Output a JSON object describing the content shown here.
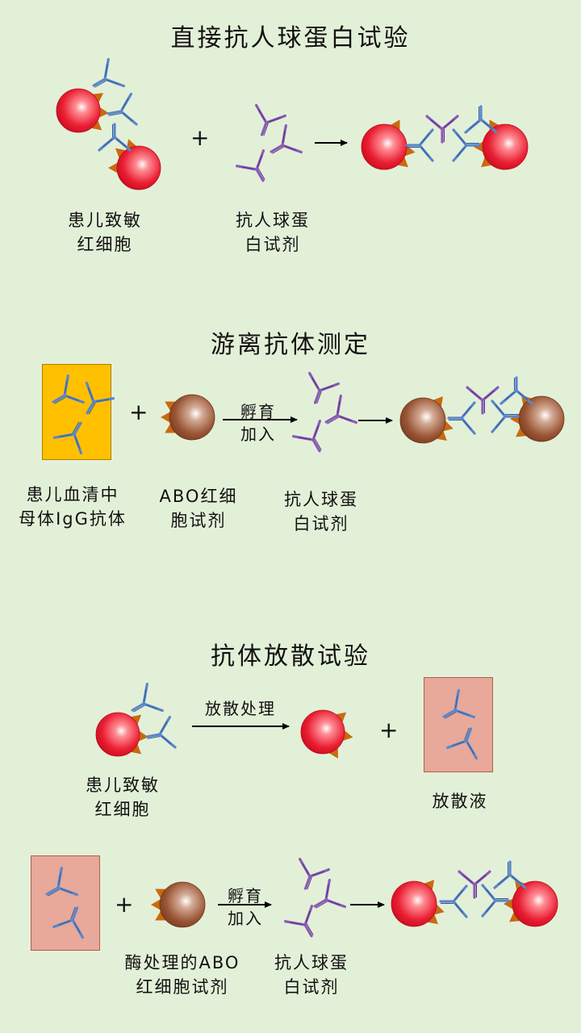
{
  "sections": {
    "direct": {
      "title": "直接抗人球蛋白试验",
      "label_cells": [
        "患儿致敏",
        "红细胞"
      ],
      "plus": "+",
      "label_reagent": [
        "抗人球蛋",
        "白试剂"
      ]
    },
    "free": {
      "title": "游离抗体测定",
      "label_serum": [
        "患儿血清中",
        "母体IgG抗体"
      ],
      "plus": "+",
      "label_abo": [
        "ABO红细",
        "胞试剂"
      ],
      "arrow_top": "孵育",
      "arrow_bottom": "加入",
      "label_reagent": [
        "抗人球蛋",
        "白试剂"
      ]
    },
    "release": {
      "title": "抗体放散试验",
      "label_cells": [
        "患儿致敏",
        "红细胞"
      ],
      "arrow_label": "放散处理",
      "plus1": "+",
      "label_eluate": "放散液",
      "plus2": "+",
      "label_enzyme": [
        "酶处理的ABO",
        "红细胞试剂"
      ],
      "arrow_top": "孵育",
      "arrow_bottom": "加入",
      "label_reagent": [
        "抗人球蛋",
        "白试剂"
      ]
    }
  },
  "colors": {
    "background": "#e3f0d8",
    "red_cell": "#e8152a",
    "brown_cell": "#9a5636",
    "antigen": "#c86a10",
    "patient_antibody": "#5b86c8",
    "antiglobulin": "#8a5bb5",
    "serum_box": "#ffc000",
    "eluate_box": "#e8a89a"
  }
}
